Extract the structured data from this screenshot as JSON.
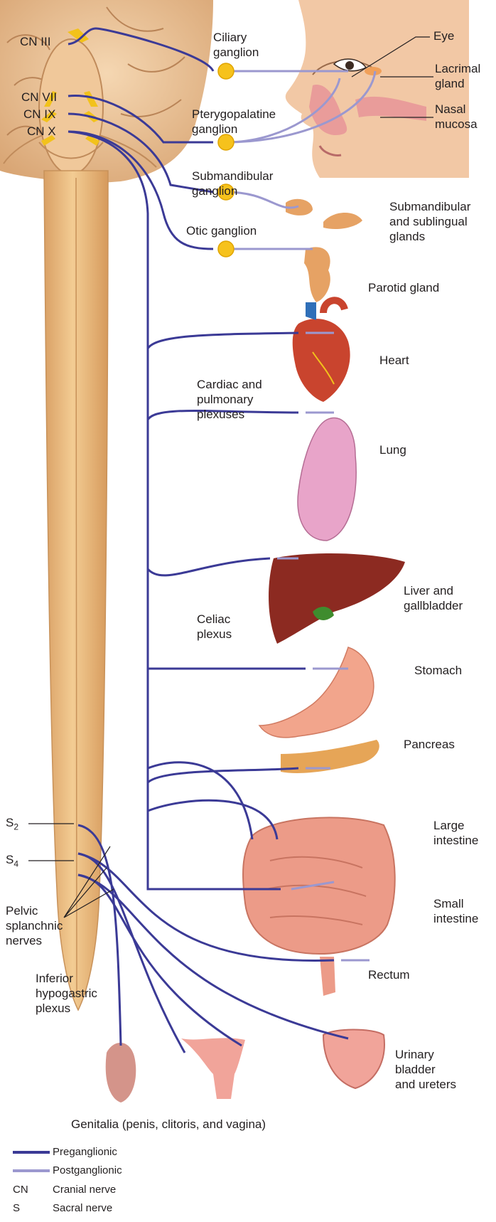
{
  "cranial_nerves": [
    "CN III",
    "CN VII",
    "CN IX",
    "CN X"
  ],
  "ganglia": {
    "ciliary": [
      "Ciliary",
      "ganglion"
    ],
    "pterygopalatine": [
      "Pterygopalatine",
      "ganglion"
    ],
    "submandibular": [
      "Submandibular",
      "ganglion"
    ],
    "otic": "Otic ganglion"
  },
  "targets": {
    "eye": "Eye",
    "lacrimal": [
      "Lacrimal",
      "gland"
    ],
    "nasal": [
      "Nasal",
      "mucosa"
    ],
    "submandibular_glands": [
      "Submandibular",
      "and sublingual",
      "glands"
    ],
    "parotid": "Parotid gland",
    "heart": "Heart",
    "lung": "Lung",
    "liver": [
      "Liver and",
      "gallbladder"
    ],
    "stomach": "Stomach",
    "pancreas": "Pancreas",
    "large_intestine": [
      "Large",
      "intestine"
    ],
    "small_intestine": [
      "Small",
      "intestine"
    ],
    "rectum": "Rectum",
    "bladder": [
      "Urinary",
      "bladder",
      "and ureters"
    ],
    "genitalia": "Genitalia (penis, clitoris, and vagina)"
  },
  "plexuses": {
    "cardiac": [
      "Cardiac and",
      "pulmonary",
      "plexuses"
    ],
    "celiac": [
      "Celiac",
      "plexus"
    ],
    "hypogastric": [
      "Inferior",
      "hypogastric",
      "plexus"
    ]
  },
  "sacral": {
    "s2": "S",
    "s2_sub": "2",
    "s4": "S",
    "s4_sub": "4"
  },
  "pelvic_nerves": [
    "Pelvic",
    "splanchnic",
    "nerves"
  ],
  "legend": {
    "preganglionic": "Preganglionic",
    "postganglionic": "Postganglionic",
    "cn_abbr": "CN",
    "cn_text": "Cranial nerve",
    "s_abbr": "S",
    "s_text": "Sacral nerve"
  },
  "colors": {
    "preganglionic": "#3b3a96",
    "postganglionic": "#9b98cf",
    "ganglion": "#f6c21c",
    "spinal_cord": "#e7b77a"
  }
}
